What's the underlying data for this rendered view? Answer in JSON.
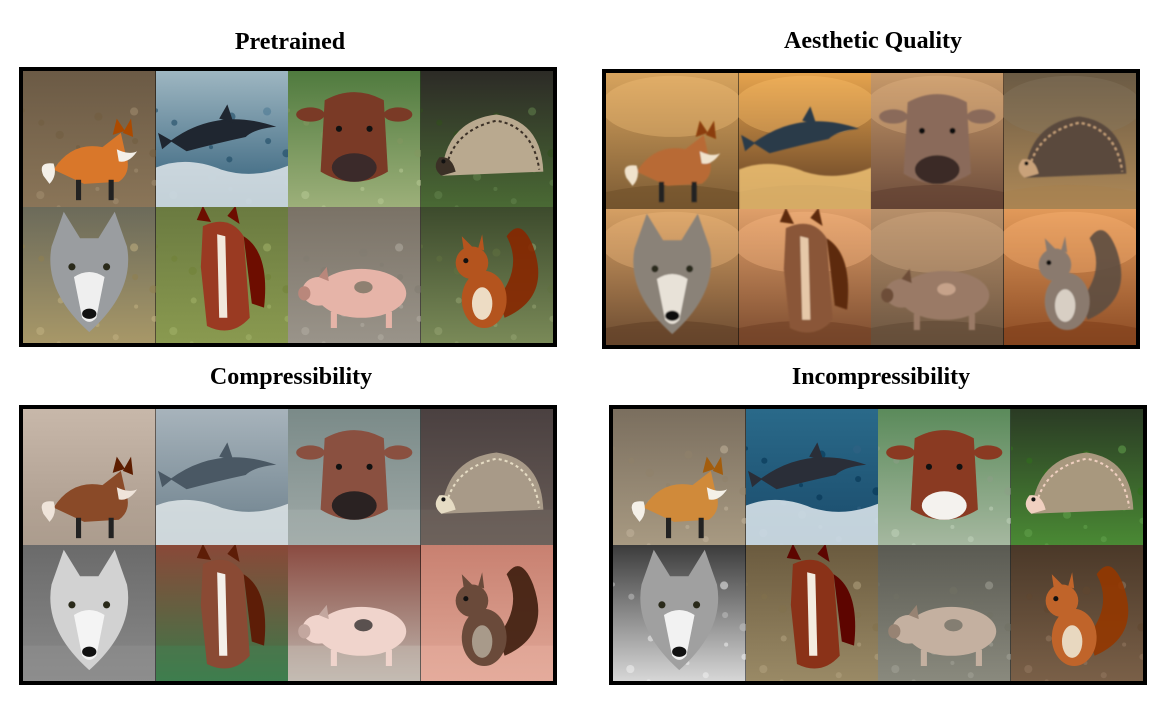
{
  "panels": [
    {
      "id": "pretrained",
      "title": "Pretrained",
      "style": "photo",
      "tiles": [
        {
          "animal": "fox",
          "bg": [
            "#6b5a45",
            "#8a7558"
          ],
          "body": "#d9772a",
          "accent": "#f3efe8"
        },
        {
          "animal": "dolphin",
          "bg": [
            "#9fb7c2",
            "#2f5d78"
          ],
          "body": "#1f2630",
          "accent": "#e9eef0"
        },
        {
          "animal": "cow",
          "bg": [
            "#4f7a3e",
            "#9db07a"
          ],
          "body": "#7a3a26",
          "accent": "#3b2a2a"
        },
        {
          "animal": "hedgehog",
          "bg": [
            "#2c2a26",
            "#4a6a34"
          ],
          "body": "#b9a98f",
          "accent": "#3b3026"
        },
        {
          "animal": "wolf",
          "bg": [
            "#6b6a5a",
            "#a89868"
          ],
          "body": "#9a9da0",
          "accent": "#efefef"
        },
        {
          "animal": "horse",
          "bg": [
            "#6a7a40",
            "#8a9a50"
          ],
          "body": "#9a3a22",
          "accent": "#f2e8dc"
        },
        {
          "animal": "pig",
          "bg": [
            "#7a7266",
            "#9a948a"
          ],
          "body": "#e6b4a8",
          "accent": "#6a6a5a"
        },
        {
          "animal": "squirrel",
          "bg": [
            "#3c4a2c",
            "#7a8a58"
          ],
          "body": "#b4541e",
          "accent": "#eddcc4"
        }
      ]
    },
    {
      "id": "aesthetic-quality",
      "title": "Aesthetic Quality",
      "style": "painted",
      "tiles": [
        {
          "animal": "fox",
          "bg": [
            "#d8a45e",
            "#7a5a34"
          ],
          "body": "#b86a34",
          "accent": "#f0e2cc"
        },
        {
          "animal": "dolphin",
          "bg": [
            "#e6a44e",
            "#5a3a22"
          ],
          "body": "#2a3a48",
          "accent": "#f6c878"
        },
        {
          "animal": "cow",
          "bg": [
            "#c89a6a",
            "#6a4a3a"
          ],
          "body": "#8a6a5a",
          "accent": "#3a2a28"
        },
        {
          "animal": "hedgehog",
          "bg": [
            "#6a5a44",
            "#b08a58"
          ],
          "body": "#5a4a3e",
          "accent": "#c9a27a"
        },
        {
          "animal": "wolf",
          "bg": [
            "#d6a064",
            "#6a4a30"
          ],
          "body": "#8a8278",
          "accent": "#e8e2d8"
        },
        {
          "animal": "horse",
          "bg": [
            "#e0a06a",
            "#7a4a2e"
          ],
          "body": "#8a5638",
          "accent": "#e6c8a8"
        },
        {
          "animal": "pig",
          "bg": [
            "#b8906a",
            "#6a5440"
          ],
          "body": "#9a7a66",
          "accent": "#d8b49a"
        },
        {
          "animal": "squirrel",
          "bg": [
            "#e29a5a",
            "#8a4a24"
          ],
          "body": "#8a7a6e",
          "accent": "#d8cfc4"
        }
      ]
    },
    {
      "id": "compressibility",
      "title": "Compressibility",
      "style": "smooth",
      "tiles": [
        {
          "animal": "fox",
          "bg": [
            "#c8b8aa",
            "#a8988a"
          ],
          "body": "#8a4a28",
          "accent": "#efe4da"
        },
        {
          "animal": "dolphin",
          "bg": [
            "#a8b4bc",
            "#6a7e8a"
          ],
          "body": "#4a5864",
          "accent": "#e6ecee"
        },
        {
          "animal": "cow",
          "bg": [
            "#7a8a88",
            "#a0aaa8"
          ],
          "body": "#8a5040",
          "accent": "#2a2222"
        },
        {
          "animal": "hedgehog",
          "bg": [
            "#4a4040",
            "#6a5e58"
          ],
          "body": "#a89a88",
          "accent": "#e6dcc4"
        },
        {
          "animal": "wolf",
          "bg": [
            "#6a6a6a",
            "#8a8a8a"
          ],
          "body": "#d2d2d2",
          "accent": "#f4f4f4"
        },
        {
          "animal": "horse",
          "bg": [
            "#8a4838",
            "#3a7a4a"
          ],
          "body": "#8a4a34",
          "accent": "#f4f0ea"
        },
        {
          "animal": "pig",
          "bg": [
            "#8a4a40",
            "#c0b8b0"
          ],
          "body": "#f0d4cc",
          "accent": "#1a1a1a"
        },
        {
          "animal": "squirrel",
          "bg": [
            "#c88070",
            "#e0a898"
          ],
          "body": "#6a4a3a",
          "accent": "#a89a8a"
        }
      ]
    },
    {
      "id": "incompressibility",
      "title": "Incompressibility",
      "style": "detailed",
      "tiles": [
        {
          "animal": "fox",
          "bg": [
            "#7a6e5e",
            "#a89a82"
          ],
          "body": "#d08a3a",
          "accent": "#f4f0e8"
        },
        {
          "animal": "dolphin",
          "bg": [
            "#2a6a8a",
            "#1a4a6a"
          ],
          "body": "#2a2e38",
          "accent": "#eef4f8"
        },
        {
          "animal": "cow",
          "bg": [
            "#5a8a5a",
            "#a6b8a0"
          ],
          "body": "#8a3a22",
          "accent": "#f4f2ee"
        },
        {
          "animal": "hedgehog",
          "bg": [
            "#2a3a24",
            "#4a8a34"
          ],
          "body": "#a8987e",
          "accent": "#f0d0c0"
        },
        {
          "animal": "wolf",
          "bg": [
            "#3a3a3a",
            "#d8d8d8"
          ],
          "body": "#a0a0a0",
          "accent": "#f2f2f2"
        },
        {
          "animal": "horse",
          "bg": [
            "#6a5a3e",
            "#9a8a66"
          ],
          "body": "#8a3218",
          "accent": "#f4ece0"
        },
        {
          "animal": "pig",
          "bg": [
            "#5a5a52",
            "#8a8a7e"
          ],
          "body": "#c4b0a0",
          "accent": "#6a6a5e"
        },
        {
          "animal": "squirrel",
          "bg": [
            "#4a3828",
            "#7a6048"
          ],
          "body": "#c0642a",
          "accent": "#e8d8c0"
        }
      ]
    }
  ]
}
